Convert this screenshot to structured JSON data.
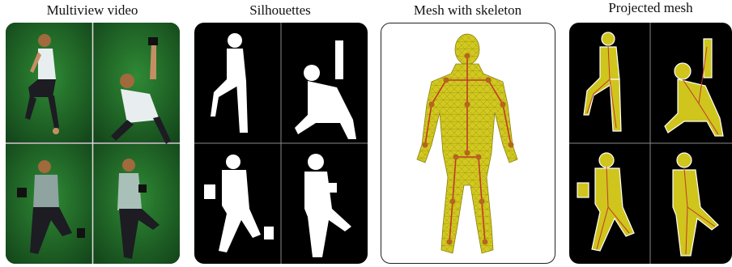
{
  "figure": {
    "panels": [
      {
        "id": "multiview",
        "title": "Multiview video"
      },
      {
        "id": "silhouettes",
        "title": "Silhouettes"
      },
      {
        "id": "mesh",
        "title": "Mesh with skeleton"
      },
      {
        "id": "projected",
        "title": "Projected mesh"
      }
    ]
  },
  "colors": {
    "green_screen": "#1f6b2a",
    "silhouette": "#ffffff",
    "mesh_fill": "#c9c21c",
    "skeleton": "#c0392b",
    "background_dark": "#000000"
  }
}
